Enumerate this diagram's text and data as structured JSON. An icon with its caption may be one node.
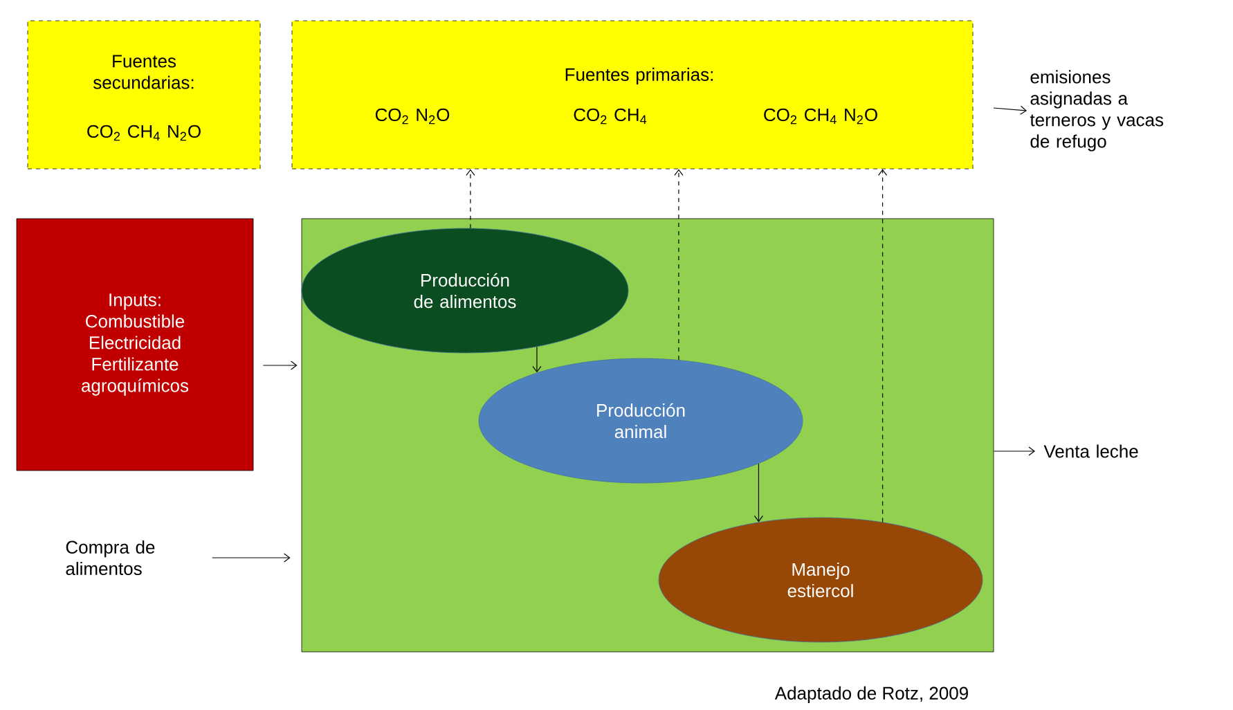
{
  "diagram": {
    "caption": "Adaptado de Rotz, 2009",
    "nodes": [
      {
        "text": [
          "Fuentes secundarias:",
          "CO$_{2}$ CH$_{4}$ N$_{2}$O"
        ]
      },
      {
        "text": [
          "Fuentes primarias:",
          "CO$_{2}$ N$_{2}$O",
          "CO$_{2}$ CH$_{4}$",
          "CO$_{2}$ CH$_{4}$ N$_{2}$O"
        ]
      },
      {
        "text": [
          "emisiones asignadas a terneros y vacas de refugo"
        ]
      },
      {
        "text": [
          "Inputs: Combustible Electricidad Fertilizante agroquímicos"
        ]
      },
      {
        "text": [],
        "shape": "box"
      },
      {
        "text": [
          "Producción de alimentos"
        ],
        "in": 4
      },
      {
        "text": [
          "Producción animal"
        ],
        "in": 4
      },
      {
        "text": [
          "Manejo estiercol"
        ],
        "in": 4
      },
      {
        "text": [
          "Venta leche"
        ]
      },
      {
        "text": [
          "Compra de alimentos"
        ]
      }
    ],
    "edges": [
      {
        "from": null,
        "to": 2,
        "arrow": "to"
      },
      {
        "from": 3,
        "to": 4,
        "arrow": "to"
      },
      {
        "from": 9,
        "to": 4,
        "arrow": "to"
      },
      {
        "from": 4,
        "to": 8,
        "arrow": "to"
      },
      {
        "from": 5,
        "to": 6,
        "arrow": "to"
      },
      {
        "from": 6,
        "to": 7,
        "arrow": "to"
      },
      {
        "from": 5,
        "to": 1,
        "arrow": "to",
        "style": "dashed"
      },
      {
        "from": 6,
        "to": 1,
        "arrow": "to",
        "style": "dashed"
      },
      {
        "from": 7,
        "to": 1,
        "arrow": "to",
        "style": "dashed"
      }
    ]
  }
}
